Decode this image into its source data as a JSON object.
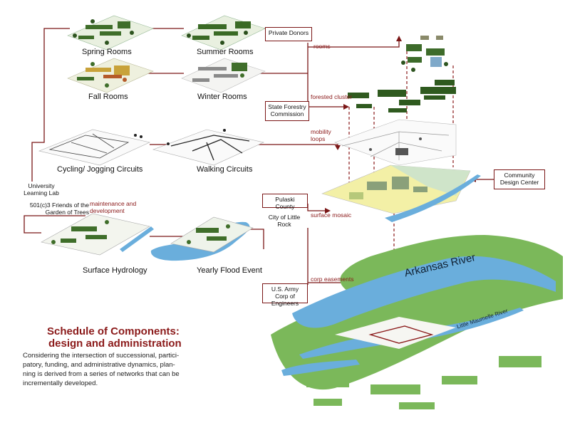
{
  "layers": {
    "spring": "Spring Rooms",
    "summer": "Summer Rooms",
    "fall": "Fall Rooms",
    "winter": "Winter Rooms",
    "cycling": "Cycling/ Jogging Circuits",
    "walking": "Walking Circuits",
    "hydrology": "Surface Hydrology",
    "flood": "Yearly Flood Event"
  },
  "agencies": {
    "private_donors": "Private Donors",
    "state_forestry": "State Forestry Commission",
    "university": "University Learning Lab",
    "friends": "501(c)3 Friends of the Garden of Trees",
    "pulaski": "Pulaski County",
    "little_rock": "City of Little Rock",
    "army_corps": "U.S. Army Corp of Engineers",
    "community": "Community Design Center"
  },
  "connectors": {
    "rooms": "rooms",
    "forested": "forested cluster",
    "mobility": "mobility loops",
    "maintenance": "maintenance and development",
    "surface": "surface mosaic",
    "easements": "corp easements"
  },
  "map": {
    "arkansas": "Arkansas River",
    "maumelle": "Little Maumelle River"
  },
  "heading": {
    "title_line1": "Schedule of Components:",
    "title_line2": "design and administration",
    "body": "Considering the intersection of successional, partici-\npatory, funding, and administrative dynamics, plan-\nning is derived from a series of networks that can be\nincrementally developed."
  },
  "colors": {
    "accent": "#8b1a1a",
    "vegetation": "#6aa84f",
    "water": "#6aaedc",
    "surface": "#f3f0a6"
  }
}
